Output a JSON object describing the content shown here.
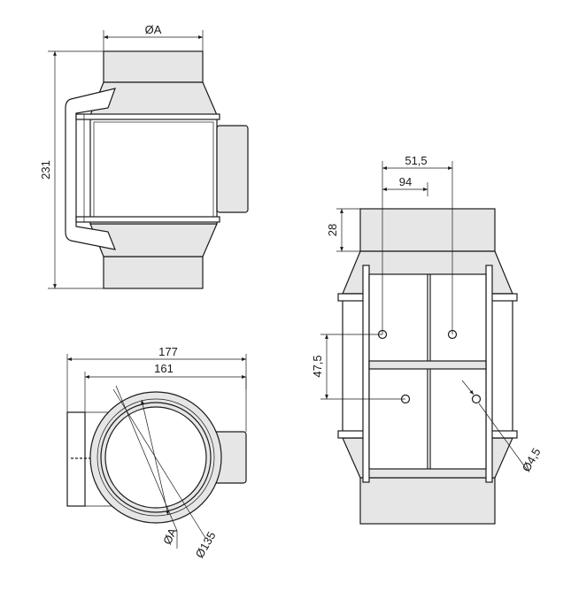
{
  "labels": {
    "dia_a_top": "ØA",
    "height_total": "231",
    "width_177": "177",
    "width_161": "161",
    "dia_a_bottom": "ØA",
    "dia_135": "Ø135",
    "dim_51_5": "51,5",
    "dim_94": "94",
    "dim_28": "28",
    "dim_47_5": "47,5",
    "dia_4_5": "Ø4,5"
  }
}
